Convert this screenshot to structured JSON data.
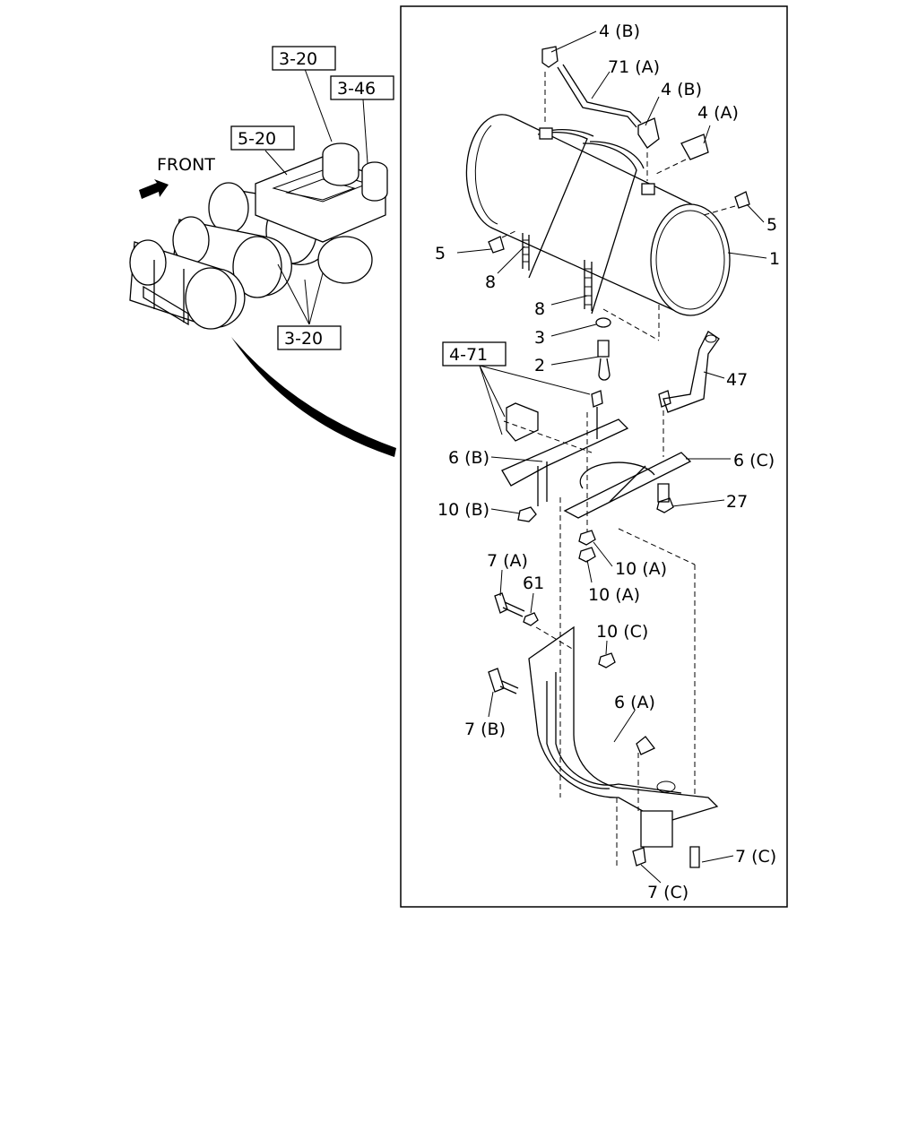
{
  "references": {
    "ref_3_20_top": "3-20",
    "ref_3_46": "3-46",
    "ref_5_20": "5-20",
    "ref_3_20_bottom": "3-20",
    "ref_4_71": "4-71"
  },
  "front_label": "FRONT",
  "callouts": {
    "c_4B_top": "4 (B)",
    "c_71A": "71 (A)",
    "c_4B_mid": "4 (B)",
    "c_4A": "4 (A)",
    "c_5_right": "5",
    "c_5_left": "5",
    "c_1": "1",
    "c_8_left": "8",
    "c_8_mid": "8",
    "c_3": "3",
    "c_2": "2",
    "c_47": "47",
    "c_6B": "6 (B)",
    "c_6C": "6 (C)",
    "c_27": "27",
    "c_10B": "10 (B)",
    "c_10A_1": "10 (A)",
    "c_10A_2": "10 (A)",
    "c_7A": "7 (A)",
    "c_61": "61",
    "c_10C": "10 (C)",
    "c_7B": "7 (B)",
    "c_6A": "6 (A)",
    "c_7C_right": "7 (C)",
    "c_7C_bottom": "7 (C)"
  }
}
